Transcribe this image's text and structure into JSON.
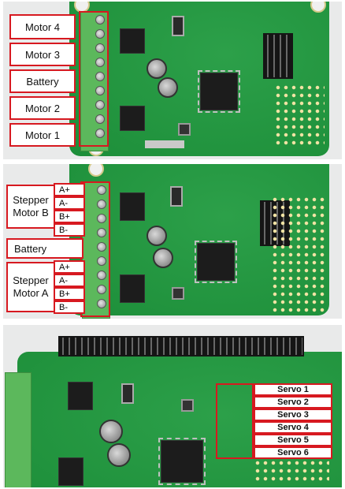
{
  "panel1": {
    "labels": [
      "Motor 4",
      "Motor 3",
      "Battery",
      "Motor 2",
      "Motor 1"
    ]
  },
  "panel2": {
    "stepper_b": "Stepper\nMotor B",
    "battery": "Battery",
    "stepper_a": "Stepper\nMotor A",
    "pins_b": [
      "A+",
      "A-",
      "B+",
      "B-"
    ],
    "pins_a": [
      "A+",
      "A-",
      "B+",
      "B-"
    ]
  },
  "panel3": {
    "servos": [
      "Servo 1",
      "Servo 2",
      "Servo 3",
      "Servo 4",
      "Servo 5",
      "Servo 6"
    ]
  },
  "colors": {
    "pcb": "#1f9a3e",
    "annotation_border": "#d71920",
    "terminal_block": "#5cb85c"
  }
}
